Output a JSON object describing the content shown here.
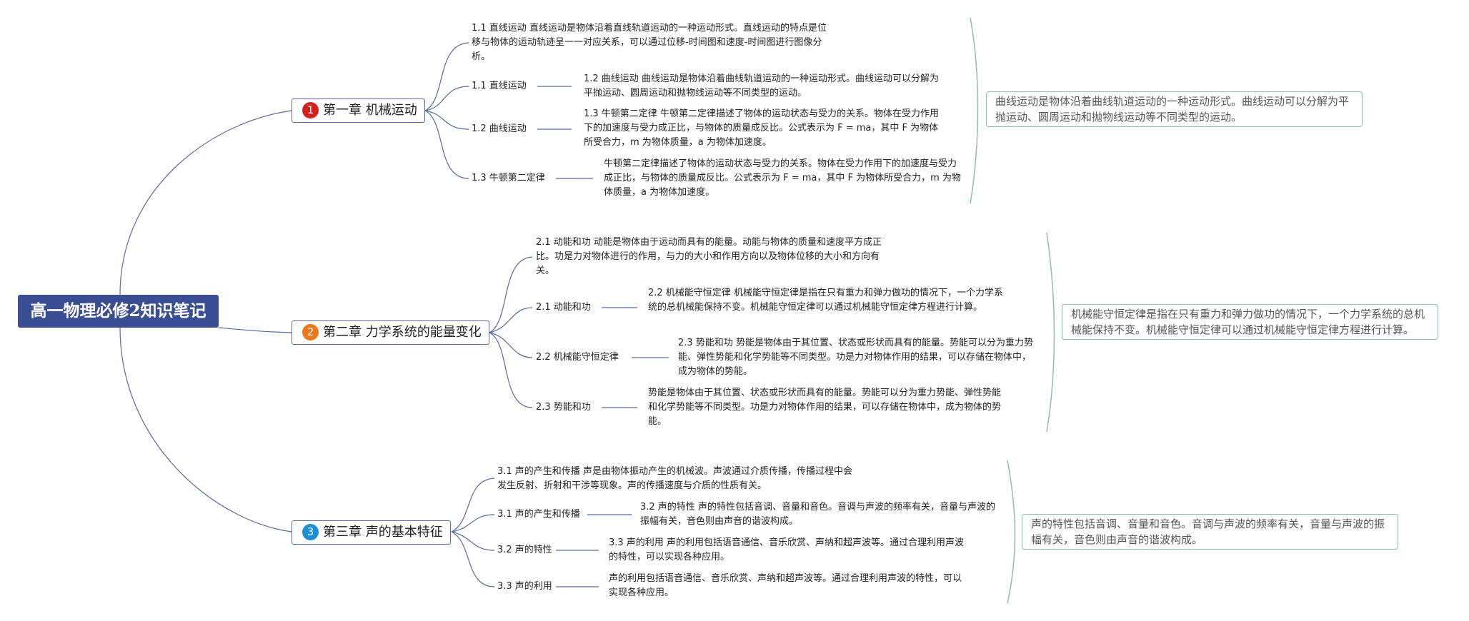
{
  "title": "高一物理必修2知识笔记",
  "colors": {
    "root_bg": "#3a4e93",
    "line": "#5a6aa0",
    "summary_border": "#8fbfa8",
    "chapter1_badge": "#d62020",
    "chapter2_badge": "#f07818",
    "chapter3_badge": "#1e8fd6"
  },
  "chapters": [
    {
      "number": "1",
      "title": "第一章 机械运动",
      "intro": "1.1 直线运动 直线运动是物体沿着直线轨道运动的一种运动形式。直线运动的特点是位移与物体的运动轨迹呈一一对应关系，可以通过位移-时间图和速度-时间图进行图像分析。",
      "topics": [
        {
          "label": "1.1 直线运动",
          "text": "1.2 曲线运动 曲线运动是物体沿着曲线轨道运动的一种运动形式。曲线运动可以分解为平抛运动、圆周运动和抛物线运动等不同类型的运动。"
        },
        {
          "label": "1.2 曲线运动",
          "text": "1.3 牛顿第二定律 牛顿第二定律描述了物体的运动状态与受力的关系。物体在受力作用下的加速度与受力成正比，与物体的质量成反比。公式表示为 F = ma，其中 F 为物体所受合力，m 为物体质量，a 为物体加速度。"
        },
        {
          "label": "1.3 牛顿第二定律",
          "text": "牛顿第二定律描述了物体的运动状态与受力的关系。物体在受力作用下的加速度与受力成正比，与物体的质量成反比。公式表示为 F = ma，其中 F 为物体所受合力，m 为物体质量，a 为物体加速度。"
        }
      ],
      "summary": "曲线运动是物体沿着曲线轨道运动的一种运动形式。曲线运动可以分解为平抛运动、圆周运动和抛物线运动等不同类型的运动。"
    },
    {
      "number": "2",
      "title": "第二章 力学系统的能量变化",
      "intro": "2.1 动能和功 动能是物体由于运动而具有的能量。动能与物体的质量和速度平方成正比。功是力对物体进行的作用，与力的大小和作用方向以及物体位移的大小和方向有关。",
      "topics": [
        {
          "label": "2.1 动能和功",
          "text": "2.2 机械能守恒定律 机械能守恒定律是指在只有重力和弹力做功的情况下，一个力学系统的总机械能保持不变。机械能守恒定律可以通过机械能守恒定律方程进行计算。"
        },
        {
          "label": "2.2 机械能守恒定律",
          "text": "2.3 势能和功 势能是物体由于其位置、状态或形状而具有的能量。势能可以分为重力势能、弹性势能和化学势能等不同类型。功是力对物体作用的结果，可以存储在物体中，成为物体的势能。"
        },
        {
          "label": "2.3 势能和功",
          "text": "势能是物体由于其位置、状态或形状而具有的能量。势能可以分为重力势能、弹性势能和化学势能等不同类型。功是力对物体作用的结果，可以存储在物体中，成为物体的势能。"
        }
      ],
      "summary": "机械能守恒定律是指在只有重力和弹力做功的情况下，一个力学系统的总机械能保持不变。机械能守恒定律可以通过机械能守恒定律方程进行计算。"
    },
    {
      "number": "3",
      "title": "第三章 声的基本特征",
      "intro": "3.1 声的产生和传播 声是由物体振动产生的机械波。声波通过介质传播，传播过程中会发生反射、折射和干涉等现象。声的传播速度与介质的性质有关。",
      "topics": [
        {
          "label": "3.1 声的产生和传播",
          "text": "3.2 声的特性 声的特性包括音调、音量和音色。音调与声波的频率有关，音量与声波的振幅有关，音色则由声音的谐波构成。"
        },
        {
          "label": "3.2 声的特性",
          "text": "3.3 声的利用 声的利用包括语音通信、音乐欣赏、声纳和超声波等。通过合理利用声波的特性，可以实现各种应用。"
        },
        {
          "label": "3.3 声的利用",
          "text": "声的利用包括语音通信、音乐欣赏、声纳和超声波等。通过合理利用声波的特性，可以实现各种应用。"
        }
      ],
      "summary": "声的特性包括音调、音量和音色。音调与声波的频率有关，音量与声波的振幅有关，音色则由声音的谐波构成。"
    }
  ]
}
